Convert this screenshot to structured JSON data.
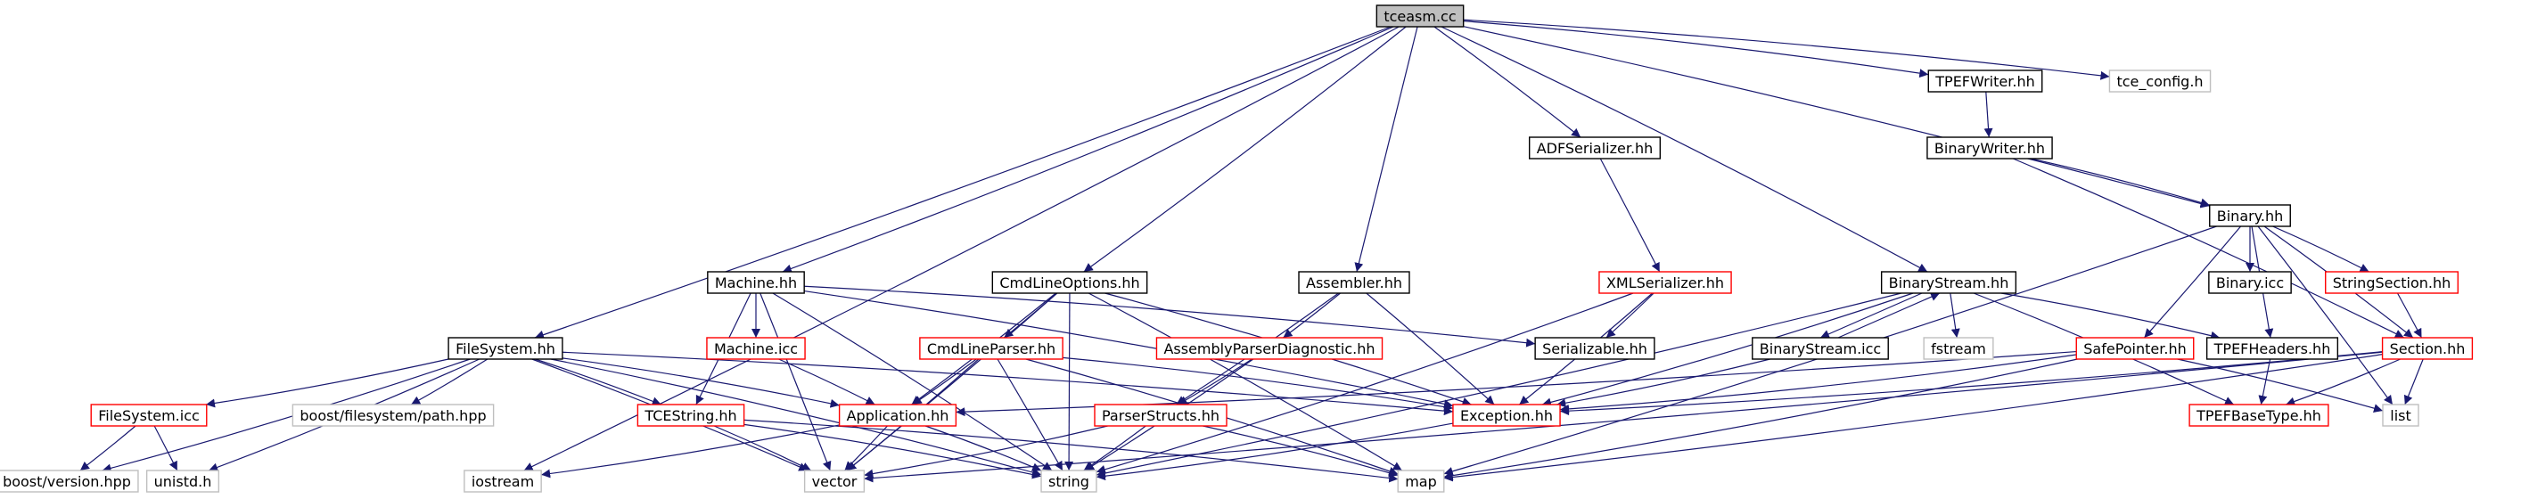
{
  "graph": {
    "root": "tceasm.cc",
    "colors": {
      "edge": "#191970",
      "root_fill": "#bfbfbf",
      "normal_border": "#000000",
      "red_border": "#ff0000",
      "gray_border": "#bfbfbf",
      "text": "#000000"
    },
    "nodes": [
      {
        "id": "tceasm",
        "label": "tceasm.cc",
        "style": "root"
      },
      {
        "id": "iostream",
        "label": "iostream",
        "style": "gray"
      },
      {
        "id": "filesystem_hh",
        "label": "FileSystem.hh",
        "style": "normal"
      },
      {
        "id": "machine_hh",
        "label": "Machine.hh",
        "style": "normal"
      },
      {
        "id": "cmdlineoptions_hh",
        "label": "CmdLineOptions.hh",
        "style": "normal"
      },
      {
        "id": "assembler_hh",
        "label": "Assembler.hh",
        "style": "normal"
      },
      {
        "id": "adfserializer_hh",
        "label": "ADFSerializer.hh",
        "style": "normal"
      },
      {
        "id": "binarystream_hh",
        "label": "BinaryStream.hh",
        "style": "normal"
      },
      {
        "id": "tpefwriter_hh",
        "label": "TPEFWriter.hh",
        "style": "normal"
      },
      {
        "id": "tce_config_h",
        "label": "tce_config.h",
        "style": "gray"
      },
      {
        "id": "binary_hh",
        "label": "Binary.hh",
        "style": "normal"
      },
      {
        "id": "binarywriter_hh",
        "label": "BinaryWriter.hh",
        "style": "normal"
      },
      {
        "id": "xmlserializer_hh",
        "label": "XMLSerializer.hh",
        "style": "red"
      },
      {
        "id": "binary_icc",
        "label": "Binary.icc",
        "style": "normal"
      },
      {
        "id": "stringsection_hh",
        "label": "StringSection.hh",
        "style": "red"
      },
      {
        "id": "serializable_hh",
        "label": "Serializable.hh",
        "style": "normal"
      },
      {
        "id": "binarystream_icc",
        "label": "BinaryStream.icc",
        "style": "normal"
      },
      {
        "id": "fstream",
        "label": "fstream",
        "style": "gray"
      },
      {
        "id": "safepointer_hh",
        "label": "SafePointer.hh",
        "style": "red"
      },
      {
        "id": "tpefheaders_hh",
        "label": "TPEFHeaders.hh",
        "style": "normal"
      },
      {
        "id": "section_hh",
        "label": "Section.hh",
        "style": "red"
      },
      {
        "id": "filesystem_icc",
        "label": "FileSystem.icc",
        "style": "red"
      },
      {
        "id": "boost_path",
        "label": "boost/filesystem/path.hpp",
        "style": "gray"
      },
      {
        "id": "tcestring_hh",
        "label": "TCEString.hh",
        "style": "red"
      },
      {
        "id": "machine_icc",
        "label": "Machine.icc",
        "style": "red"
      },
      {
        "id": "cmdlineparser_hh",
        "label": "CmdLineParser.hh",
        "style": "red"
      },
      {
        "id": "assemblyparserdiag_hh",
        "label": "AssemblyParserDiagnostic.hh",
        "style": "red"
      },
      {
        "id": "application_hh",
        "label": "Application.hh",
        "style": "red"
      },
      {
        "id": "parserstructs_hh",
        "label": "ParserStructs.hh",
        "style": "red"
      },
      {
        "id": "exception_hh",
        "label": "Exception.hh",
        "style": "red"
      },
      {
        "id": "tpefbasetype_hh",
        "label": "TPEFBaseType.hh",
        "style": "red"
      },
      {
        "id": "list",
        "label": "list",
        "style": "gray"
      },
      {
        "id": "boost_version",
        "label": "boost/version.hpp",
        "style": "gray"
      },
      {
        "id": "unistd_h",
        "label": "unistd.h",
        "style": "gray"
      },
      {
        "id": "vector",
        "label": "vector",
        "style": "gray"
      },
      {
        "id": "string",
        "label": "string",
        "style": "gray"
      },
      {
        "id": "map",
        "label": "map",
        "style": "gray"
      }
    ],
    "edges": [
      [
        "tceasm",
        "iostream"
      ],
      [
        "tceasm",
        "filesystem_hh"
      ],
      [
        "tceasm",
        "machine_hh"
      ],
      [
        "tceasm",
        "cmdlineoptions_hh"
      ],
      [
        "tceasm",
        "assembler_hh"
      ],
      [
        "tceasm",
        "adfserializer_hh"
      ],
      [
        "tceasm",
        "binarystream_hh"
      ],
      [
        "tceasm",
        "tpefwriter_hh"
      ],
      [
        "tceasm",
        "tce_config_h"
      ],
      [
        "tceasm",
        "binary_hh"
      ],
      [
        "tpefwriter_hh",
        "binarywriter_hh"
      ],
      [
        "binarywriter_hh",
        "binary_hh"
      ],
      [
        "binarywriter_hh",
        "section_hh"
      ],
      [
        "adfserializer_hh",
        "xmlserializer_hh"
      ],
      [
        "xmlserializer_hh",
        "serializable_hh"
      ],
      [
        "xmlserializer_hh",
        "exception_hh"
      ],
      [
        "xmlserializer_hh",
        "string"
      ],
      [
        "binary_hh",
        "binary_icc"
      ],
      [
        "binary_hh",
        "stringsection_hh"
      ],
      [
        "binary_hh",
        "safepointer_hh"
      ],
      [
        "binary_hh",
        "tpefheaders_hh"
      ],
      [
        "binary_hh",
        "section_hh"
      ],
      [
        "binary_hh",
        "list"
      ],
      [
        "binary_hh",
        "map"
      ],
      [
        "stringsection_hh",
        "section_hh"
      ],
      [
        "binarystream_hh",
        "binarystream_icc"
      ],
      [
        "binarystream_hh",
        "fstream"
      ],
      [
        "binarystream_hh",
        "exception_hh"
      ],
      [
        "binarystream_hh",
        "string"
      ],
      [
        "binarystream_hh",
        "tpefheaders_hh"
      ],
      [
        "binarystream_hh",
        "tpefbasetype_hh"
      ],
      [
        "binarystream_icc",
        "binarystream_hh"
      ],
      [
        "binarystream_icc",
        "exception_hh"
      ],
      [
        "safepointer_hh",
        "exception_hh"
      ],
      [
        "safepointer_hh",
        "application_hh"
      ],
      [
        "safepointer_hh",
        "list"
      ],
      [
        "safepointer_hh",
        "map"
      ],
      [
        "tpefheaders_hh",
        "tpefbasetype_hh"
      ],
      [
        "section_hh",
        "tpefbasetype_hh"
      ],
      [
        "section_hh",
        "exception_hh"
      ],
      [
        "section_hh",
        "list"
      ],
      [
        "section_hh",
        "vector"
      ],
      [
        "section_hh",
        "map"
      ],
      [
        "machine_hh",
        "machine_icc"
      ],
      [
        "machine_hh",
        "serializable_hh"
      ],
      [
        "machine_hh",
        "tcestring_hh"
      ],
      [
        "machine_hh",
        "vector"
      ],
      [
        "machine_hh",
        "string"
      ],
      [
        "machine_hh",
        "exception_hh"
      ],
      [
        "machine_icc",
        "application_hh"
      ],
      [
        "cmdlineoptions_hh",
        "cmdlineparser_hh"
      ],
      [
        "cmdlineoptions_hh",
        "application_hh"
      ],
      [
        "cmdlineoptions_hh",
        "vector"
      ],
      [
        "cmdlineoptions_hh",
        "string"
      ],
      [
        "cmdlineoptions_hh",
        "exception_hh"
      ],
      [
        "cmdlineoptions_hh",
        "map"
      ],
      [
        "assembler_hh",
        "assemblyparserdiag_hh"
      ],
      [
        "assembler_hh",
        "exception_hh"
      ],
      [
        "assembler_hh",
        "parserstructs_hh"
      ],
      [
        "cmdlineparser_hh",
        "application_hh"
      ],
      [
        "cmdlineparser_hh",
        "exception_hh"
      ],
      [
        "cmdlineparser_hh",
        "vector"
      ],
      [
        "cmdlineparser_hh",
        "string"
      ],
      [
        "cmdlineparser_hh",
        "map"
      ],
      [
        "assemblyparserdiag_hh",
        "parserstructs_hh"
      ],
      [
        "assemblyparserdiag_hh",
        "string"
      ],
      [
        "parserstructs_hh",
        "vector"
      ],
      [
        "parserstructs_hh",
        "string"
      ],
      [
        "parserstructs_hh",
        "map"
      ],
      [
        "exception_hh",
        "string"
      ],
      [
        "filesystem_hh",
        "filesystem_icc"
      ],
      [
        "filesystem_hh",
        "boost_path"
      ],
      [
        "filesystem_hh",
        "tcestring_hh"
      ],
      [
        "filesystem_hh",
        "application_hh"
      ],
      [
        "filesystem_hh",
        "exception_hh"
      ],
      [
        "filesystem_hh",
        "boost_version"
      ],
      [
        "filesystem_hh",
        "unistd_h"
      ],
      [
        "filesystem_hh",
        "vector"
      ],
      [
        "filesystem_hh",
        "string"
      ],
      [
        "filesystem_icc",
        "boost_version"
      ],
      [
        "filesystem_icc",
        "unistd_h"
      ],
      [
        "tcestring_hh",
        "vector"
      ],
      [
        "tcestring_hh",
        "string"
      ],
      [
        "tcestring_hh",
        "map"
      ],
      [
        "application_hh",
        "iostream"
      ],
      [
        "application_hh",
        "vector"
      ],
      [
        "application_hh",
        "string"
      ]
    ]
  }
}
